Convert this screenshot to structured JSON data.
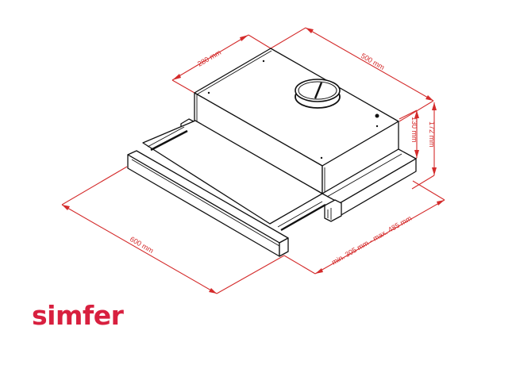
{
  "brand": {
    "name": "simfer",
    "color": "#d8203f"
  },
  "drawing": {
    "type": "technical-dimension-drawing",
    "subject": "telescopic cooker hood",
    "line_color": "#111111",
    "dimension_color": "#d42b2b",
    "dimensions": {
      "depth": "280 mm",
      "length": "500 mm",
      "body_height": "130 mm",
      "total_height": "172 mm",
      "width": "600 mm",
      "extension": "min. 305 mm - max. 485 mm"
    }
  }
}
